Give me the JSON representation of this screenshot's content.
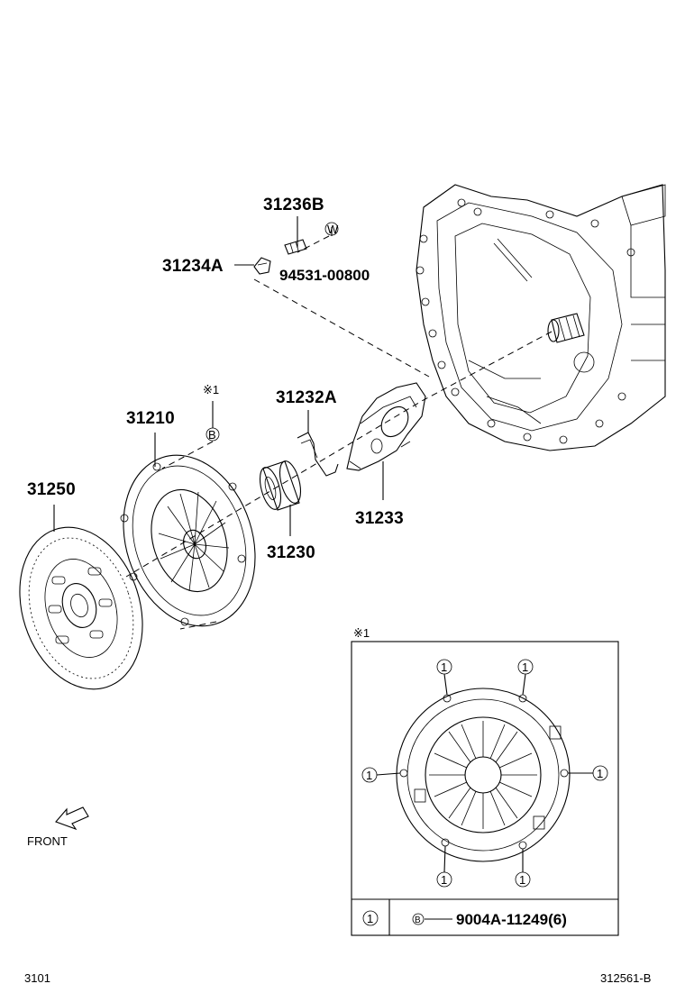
{
  "parts": {
    "p31236B": "31236B",
    "p31234A": "31234A",
    "p94531": "94531-00800",
    "p31232A": "31232A",
    "p31210": "31210",
    "p31250": "31250",
    "p31230": "31230",
    "p31233": "31233"
  },
  "symbols": {
    "note_ref": "※1",
    "circle_b": "B",
    "circle_w": "W",
    "circle_1": "1"
  },
  "inset": {
    "ref": "※1",
    "legend_key": "1",
    "legend_symbol": "B",
    "legend_part": "9004A-11249(6)"
  },
  "front_label": "FRONT",
  "footer": {
    "left": "3101",
    "right": "312561-B"
  }
}
